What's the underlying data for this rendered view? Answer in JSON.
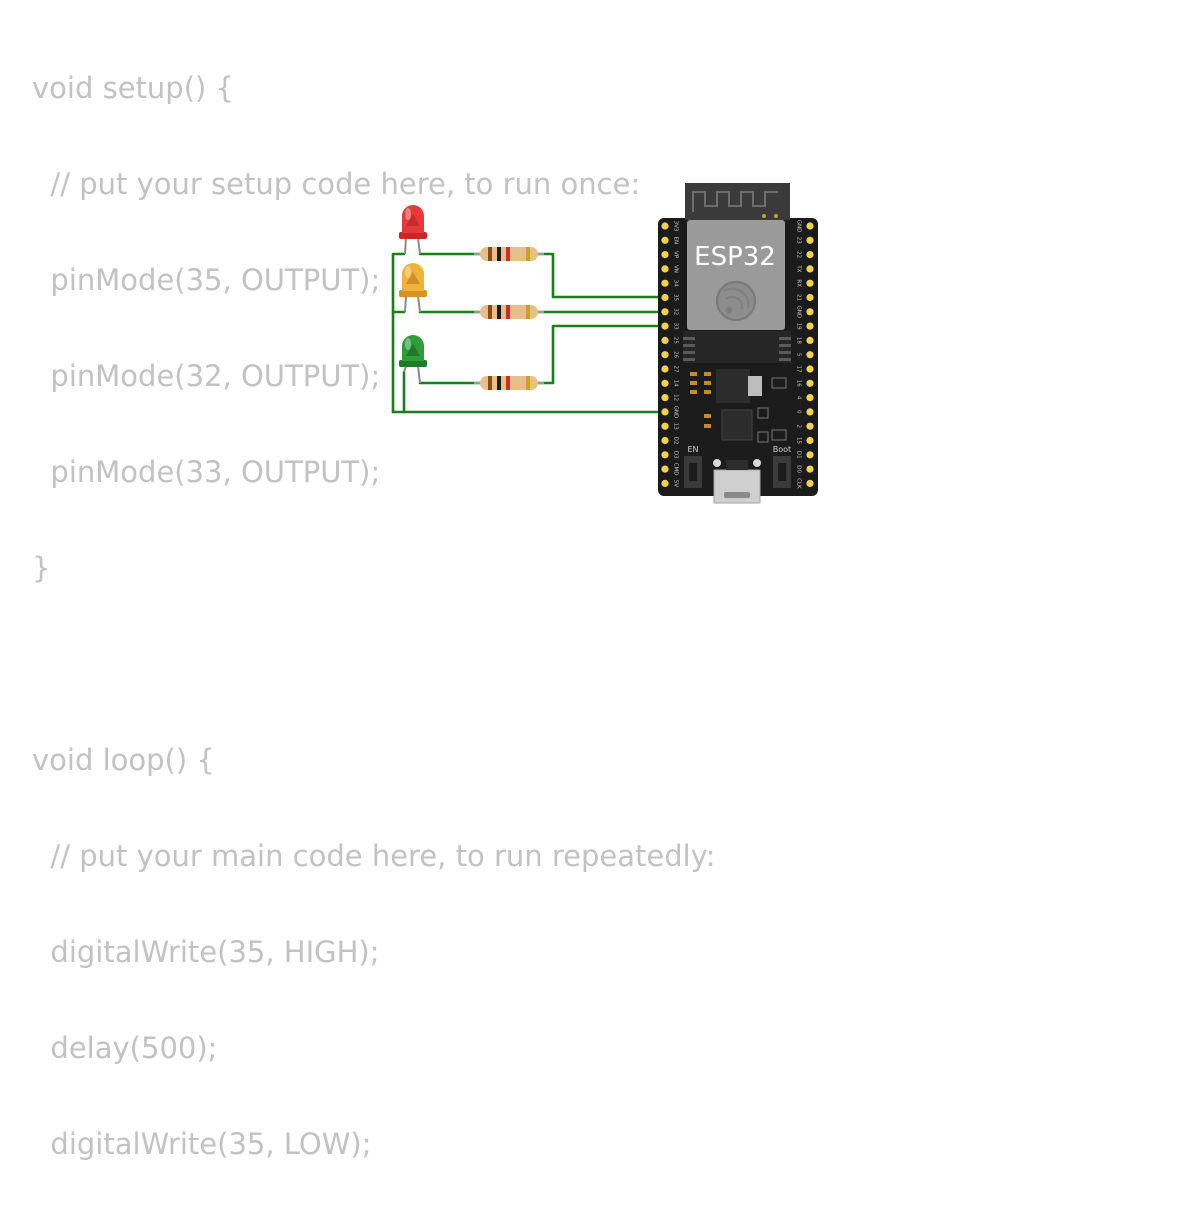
{
  "code": {
    "lines": [
      "void setup() {",
      "  // put your setup code here, to run once:",
      "  pinMode(35, OUTPUT);",
      "  pinMode(32, OUTPUT);",
      "  pinMode(33, OUTPUT);",
      "}",
      "",
      "void loop() {",
      "  // put your main code here, to run repeatedly:",
      "  digitalWrite(35, HIGH);",
      "  delay(500);",
      "  digitalWrite(35, LOW);"
    ]
  },
  "board": {
    "label": "ESP32",
    "en_label": "EN",
    "boot_label": "Boot",
    "left_pins": [
      "3V3",
      "EN",
      "VP",
      "VN",
      "34",
      "35",
      "32",
      "33",
      "25",
      "26",
      "27",
      "14",
      "12",
      "GND",
      "13",
      "D2",
      "D3",
      "CMD",
      "5V"
    ],
    "right_pins": [
      "GND",
      "23",
      "22",
      "TX",
      "RX",
      "21",
      "GND",
      "19",
      "18",
      "5",
      "17",
      "16",
      "4",
      "0",
      "2",
      "15",
      "D1",
      "D0",
      "CLK"
    ]
  },
  "colors": {
    "code_text": "#c2c2c2",
    "wire": "#1a7f1a",
    "board": "#1b1b1b",
    "pin": "#f2d24b",
    "led_red": "#e63a3a",
    "led_yellow": "#f0b23a",
    "led_green": "#2e9e3a"
  }
}
